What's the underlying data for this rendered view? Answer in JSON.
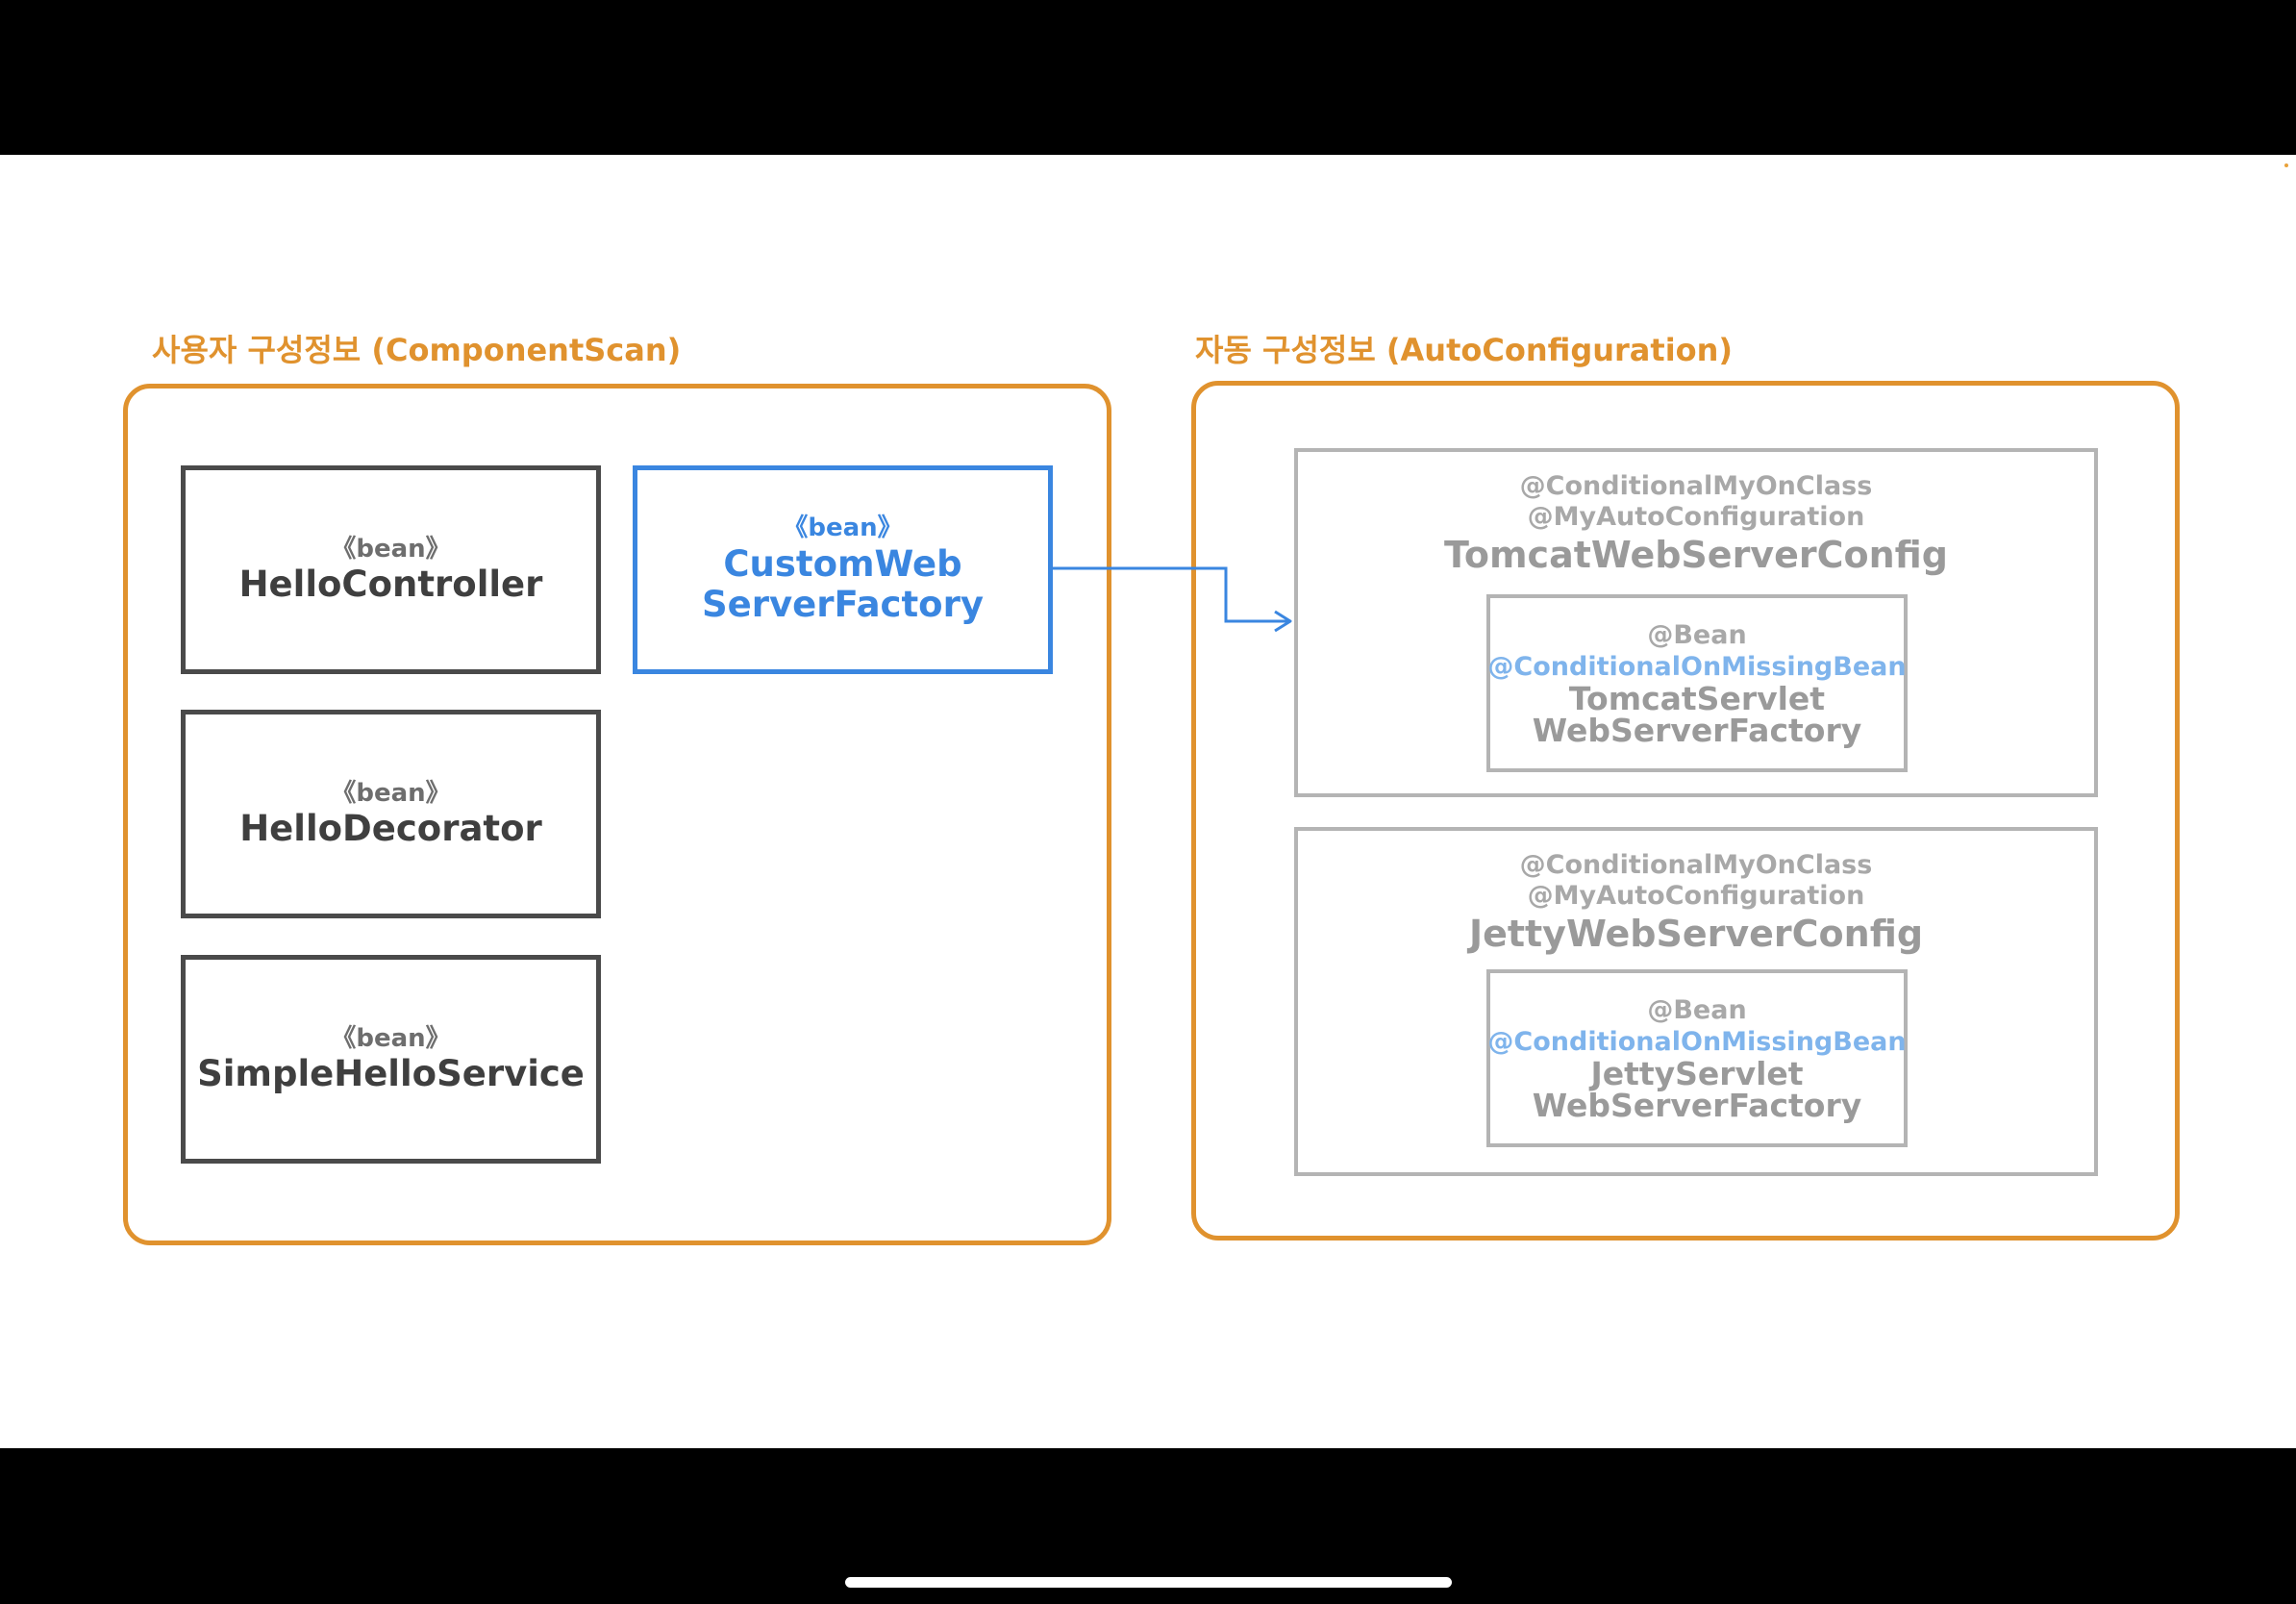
{
  "colors": {
    "accent": "#e0922e",
    "highlight": "#3a86e0",
    "inactive": "#b4b4b4",
    "inactive_blue": "#7fb4ec",
    "dark_border": "#4a4a4a"
  },
  "left_group": {
    "title": "사용자 구성정보 (ComponentScan)",
    "beans": [
      {
        "stereotype": "《bean》",
        "name": "HelloController"
      },
      {
        "stereotype": "《bean》",
        "name": "HelloDecorator"
      },
      {
        "stereotype": "《bean》",
        "name": "SimpleHelloService"
      }
    ],
    "custom_bean": {
      "stereotype": "《bean》",
      "name_line1": "CustomWeb",
      "name_line2": "ServerFactory"
    }
  },
  "right_group": {
    "title": "자동 구성정보 (AutoConfiguration)",
    "configs": [
      {
        "annotation1": "@ConditionalMyOnClass",
        "annotation2": "@MyAutoConfiguration",
        "name": "TomcatWebServerConfig",
        "inner": {
          "annotation1": "@Bean",
          "annotation2": "@ConditionalOnMissingBean",
          "name_line1": "TomcatServlet",
          "name_line2": "WebServerFactory"
        }
      },
      {
        "annotation1": "@ConditionalMyOnClass",
        "annotation2": "@MyAutoConfiguration",
        "name": "JettyWebServerConfig",
        "inner": {
          "annotation1": "@Bean",
          "annotation2": "@ConditionalOnMissingBean",
          "name_line1": "JettyServlet",
          "name_line2": "WebServerFactory"
        }
      }
    ]
  }
}
